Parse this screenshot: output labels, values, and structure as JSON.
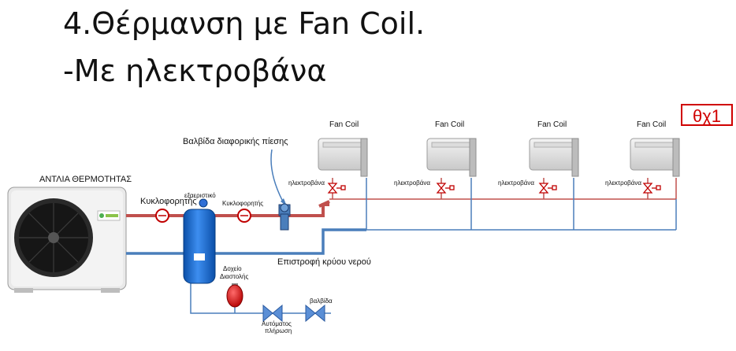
{
  "title_line1": "4.Θέρμανση με Fan Coil.",
  "title_line2": "-Με ηλεκτροβάνα",
  "badge": "θχ1",
  "labels": {
    "heat_pump": "ΑΝΤΛΙΑ ΘΕΡΜΟΤΗΤΑΣ",
    "circulator1": "Κυκλοφορητής",
    "circulator2": "Κυκλοφορητής",
    "exchanger": "εξαεριστικό",
    "dp_valve": "Βαλβίδα διαφορικής πίεσης",
    "return": "Επιστροφή κρύου νερού",
    "expansion_line1": "Δοχείο",
    "expansion_line2": "Διαστολής",
    "auto_fill_line1": "Αυτόματος",
    "auto_fill_line2": "πλήρωση",
    "valve": "βαλβίδα"
  },
  "fan_coils": [
    {
      "name": "Fan Coil",
      "valve_label": "ηλεκτροβάνα"
    },
    {
      "name": "Fan Coil",
      "valve_label": "ηλεκτροβάνα"
    },
    {
      "name": "Fan Coil",
      "valve_label": "ηλεκτροβάνα"
    },
    {
      "name": "Fan Coil",
      "valve_label": "ηλεκτροβάνα"
    }
  ],
  "colors": {
    "hot_pipe": "#c0504d",
    "cold_pipe": "#4a7ebb",
    "tank": "#1f6fd0",
    "valve": "#c00000",
    "badge": "#d00000"
  }
}
